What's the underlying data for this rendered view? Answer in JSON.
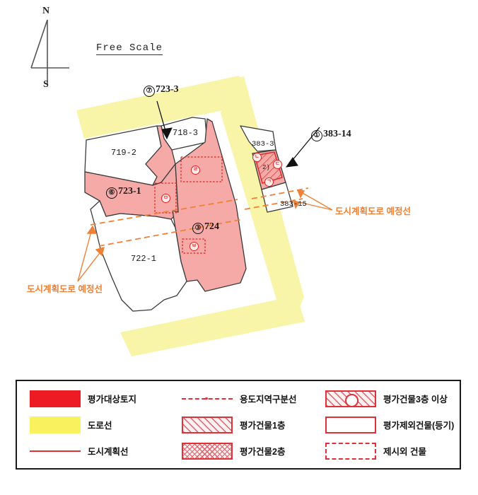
{
  "compass": {
    "north_label": "N",
    "south_label": "S",
    "name": "north-arrow"
  },
  "scale_note": "Free Scale",
  "map": {
    "parcels": [
      {
        "id": "723-3",
        "marker": "⑦",
        "label": "723-3",
        "subject": true,
        "callout": true
      },
      {
        "id": "718-3",
        "marker": "",
        "label": "718-3",
        "subject": false,
        "callout": false
      },
      {
        "id": "719-2",
        "marker": "",
        "label": "719-2",
        "subject": false,
        "callout": false
      },
      {
        "id": "723-1",
        "marker": "⑥",
        "label": "723-1",
        "subject": true,
        "callout": false
      },
      {
        "id": "724",
        "marker": "③",
        "label": "724",
        "subject": true,
        "callout": false
      },
      {
        "id": "722-1",
        "marker": "",
        "label": "722-1",
        "subject": false,
        "callout": false
      },
      {
        "id": "383-14",
        "marker": "①",
        "label": "383-14",
        "subject": true,
        "callout": true
      },
      {
        "id": "383-3",
        "marker": "",
        "label": "383-3",
        "subject": false,
        "callout": false
      },
      {
        "id": "383-15",
        "marker": "",
        "label": "383-15",
        "subject": false,
        "callout": false
      }
    ],
    "labels": {
      "p723_3_num": "⑦",
      "p723_3_text": "723-3",
      "p718_3": "718-3",
      "p719_2": "719-2",
      "p723_1_num": "⑥",
      "p723_1_text": "723-1",
      "p724_num": "③",
      "p724_text": "724",
      "p722_1": "722-1",
      "p383_14_num": "①",
      "p383_14_text": "383-14",
      "p383_3": "383-3",
      "p383_15": "383-15",
      "lot_two": "2)"
    },
    "building_marks": [
      {
        "name": "building-mark-riul-718-3",
        "glyph": "ㄹ"
      },
      {
        "name": "building-mark-mieum-723-1",
        "glyph": "ㅁ"
      },
      {
        "name": "building-mark-bieup-724",
        "glyph": "ㅂ"
      },
      {
        "name": "building-mark-nieun-383-14",
        "glyph": "ㄴ"
      },
      {
        "name": "building-mark-digeut-383-14",
        "glyph": "ㄷ"
      },
      {
        "name": "building-mark-giyeok-383-14",
        "glyph": "ㄱ"
      }
    ],
    "annotations": {
      "planned_road_left": "도시계획도로 예정선",
      "planned_road_right": "도시계획도로 예정선"
    },
    "colors": {
      "road_yellow": "#f8f5a8",
      "subject_pink": "#f5aaa8",
      "boundary": "#3a3a3a",
      "planned_road_orange": "#ef8136",
      "building_red": "#e02222"
    }
  },
  "legend": {
    "rows": [
      {
        "col1": {
          "swatch": "red-fill",
          "label": "평가대상토지"
        },
        "col2": {
          "swatch": "dash-dot",
          "label": "용도지역구분선"
        },
        "col3": {
          "swatch": "hatch-circle",
          "label": "평가건물3층 이상"
        }
      },
      {
        "col1": {
          "swatch": "yellow-fill",
          "label": "도로선"
        },
        "col2": {
          "swatch": "hatch",
          "label": "평가건물1층"
        },
        "col3": {
          "swatch": "box-red",
          "label": "평가제외건물(등기)"
        }
      },
      {
        "col1": {
          "swatch": "solid-line",
          "label": "도시계획선"
        },
        "col2": {
          "swatch": "cross-hatch",
          "label": "평가건물2층"
        },
        "col3": {
          "swatch": "dash-box",
          "label": "제시외 건물"
        }
      }
    ]
  }
}
